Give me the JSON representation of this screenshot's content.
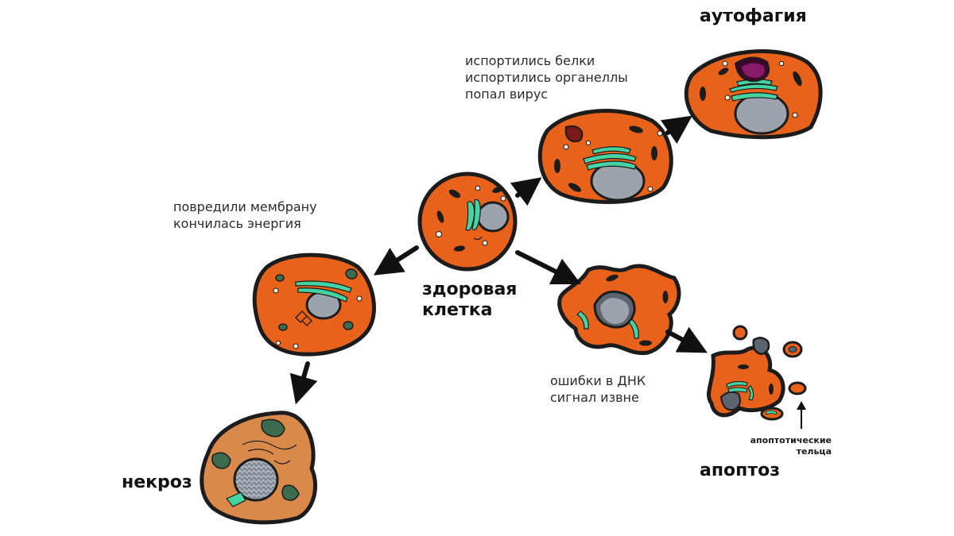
{
  "labels": {
    "autophagy_title": "аутофагия",
    "autophagy_causes": [
      "испортились белки",
      "испортились органеллы",
      "попал вирус"
    ],
    "necrosis_causes": [
      "повредили мембрану",
      "кончилась энергия"
    ],
    "healthy_cell": [
      "здоровая",
      "клетка"
    ],
    "necrosis_title": "некроз",
    "apoptosis_causes": [
      "ошибки в ДНК",
      "сигнал извне"
    ],
    "apoptosis_title": "апоптоз",
    "apoptotic_bodies": [
      "апоптотические",
      "тельца"
    ]
  },
  "colors": {
    "cell_fill": "#e8621c",
    "necrotic_fill": "#d9894a",
    "outline": "#1c1c1c",
    "nucleus": "#9ca3ad",
    "er": "#45d3a3",
    "necrotic_organelle": "#3d6b4f",
    "autophagosome": "#8a1a6a",
    "vesicle": "#fffbe8"
  }
}
